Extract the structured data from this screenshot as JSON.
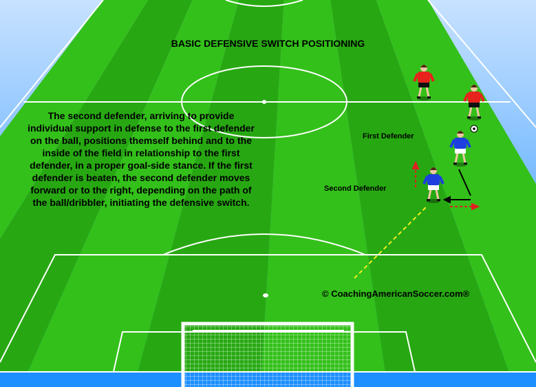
{
  "diagram": {
    "title": "BASIC DEFENSIVE SWITCH POSITIONING",
    "description": "The second defender, arriving to provide individual support in defense to the first defender on the ball, positions themself behind and to the inside of the field in relationship to the first defender, in a proper goal-side stance. If the first defender is beaten, the second defender moves forward or to the right, depending on the path of the ball/dribbler, initiating the defensive switch.",
    "labels": {
      "first_defender": "First Defender",
      "second_defender": "Second Defender"
    },
    "copyright": "© CoachingAmericanSoccer.com®"
  },
  "colors": {
    "grass_light": "#33c01a",
    "grass_dark": "#27a812",
    "sky": "#1e8fff",
    "lines": "#ffffff",
    "attacking_team": "#e8221c",
    "defending_team": "#1d3fe0",
    "movement_arrow": "#e02020",
    "support_line": "#000000",
    "pass_line": "#f0f020"
  },
  "players": [
    {
      "team": "attacking",
      "role": "attacker"
    },
    {
      "team": "attacking",
      "role": "dribbler"
    },
    {
      "team": "defending",
      "role": "first-defender"
    },
    {
      "team": "defending",
      "role": "second-defender"
    }
  ]
}
